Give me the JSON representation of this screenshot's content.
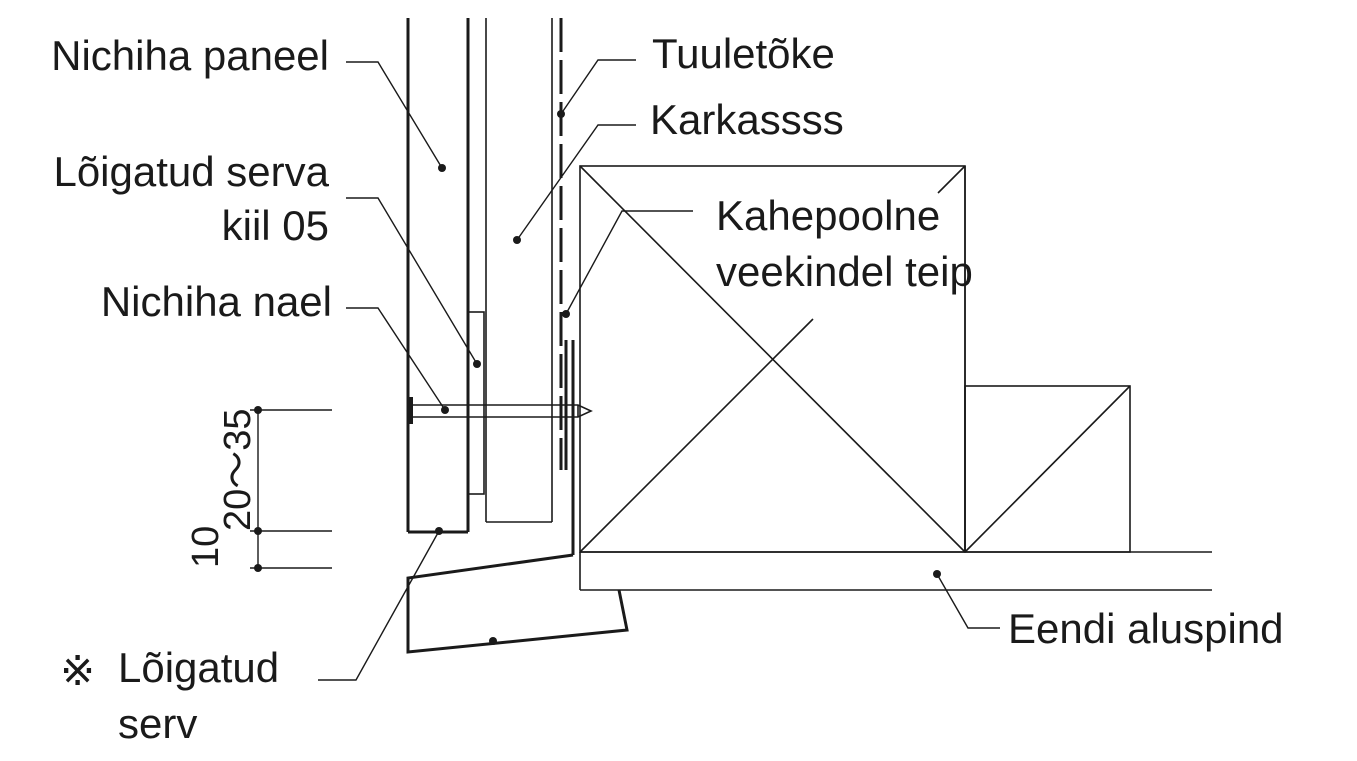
{
  "labels": {
    "panel": "Nichiha paneel",
    "cut_edge_strip_line1": "Lõigatud serva",
    "cut_edge_strip_line2": "kiil 05",
    "nail": "Nichiha nael",
    "wind_barrier": "Tuuletõke",
    "frame": "Karkassss",
    "tape_line1": "Kahepoolne",
    "tape_line2": "veekindel teip",
    "base_surface": "Eendi aluspind",
    "cut_edge_mark": "※",
    "cut_edge_line1": "Lõigatud",
    "cut_edge_line2": "serv"
  },
  "dimensions": {
    "range": "20～35",
    "gap": "10"
  }
}
